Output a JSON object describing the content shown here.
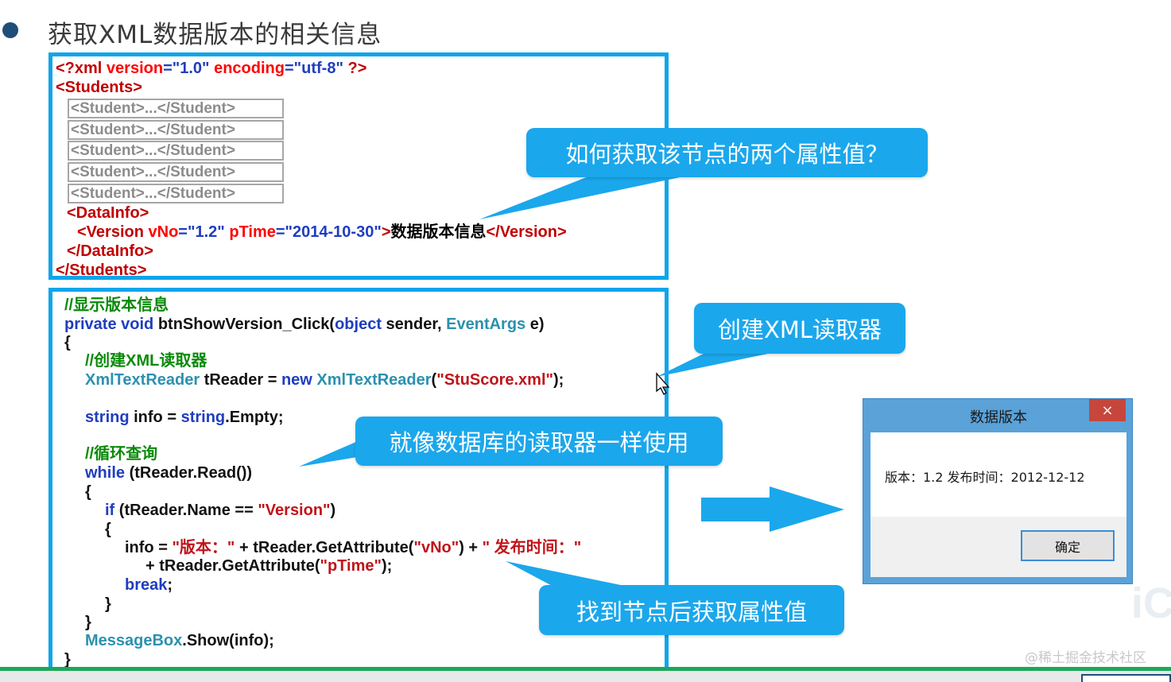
{
  "title": "获取XML数据版本的相关信息",
  "xml_lines": [
    [
      {
        "t": "<?xml ",
        "c": "xml-tag"
      },
      {
        "t": "version",
        "c": "xml-attr"
      },
      {
        "t": "=\"1.0\" ",
        "c": "xml-val"
      },
      {
        "t": "encoding",
        "c": "xml-attr"
      },
      {
        "t": "=\"utf-8\" ",
        "c": "xml-val"
      },
      {
        "t": "?>",
        "c": "xml-tag"
      }
    ],
    [
      {
        "t": "<Students>",
        "c": "xml-tag"
      }
    ],
    [
      {
        "t": "<DataInfo>",
        "c": "xml-tag"
      }
    ],
    [
      {
        "t": "<Version ",
        "c": "xml-tag"
      },
      {
        "t": "vNo",
        "c": "xml-attr"
      },
      {
        "t": "=\"1.2\" ",
        "c": "xml-val"
      },
      {
        "t": "pTime",
        "c": "xml-attr"
      },
      {
        "t": "=\"2014-10-30\"",
        "c": "xml-val"
      },
      {
        "t": ">",
        "c": "xml-tag"
      },
      {
        "t": "数据版本信息",
        "c": "xml-text"
      },
      {
        "t": "</Version>",
        "c": "xml-tag"
      }
    ],
    [
      {
        "t": "</DataInfo>",
        "c": "xml-tag"
      }
    ],
    [
      {
        "t": "</Students>",
        "c": "xml-tag"
      }
    ]
  ],
  "student_lines": [
    "<Student>...</Student>",
    "<Student>...</Student>",
    "<Student>...</Student>",
    "<Student>...</Student>",
    "<Student>...</Student>"
  ],
  "code_lines": [
    [
      {
        "t": "//显示版本信息",
        "c": "c-cmt"
      }
    ],
    [
      {
        "t": "private void ",
        "c": "c-kw"
      },
      {
        "t": "btnShowVersion_Click(",
        "c": "c-plain"
      },
      {
        "t": "object ",
        "c": "c-kw"
      },
      {
        "t": "sender, ",
        "c": "c-plain"
      },
      {
        "t": "EventArgs ",
        "c": "c-type"
      },
      {
        "t": "e)",
        "c": "c-plain"
      }
    ],
    [
      {
        "t": "{",
        "c": "c-plain"
      }
    ],
    [
      {
        "t": "//创建XML读取器",
        "c": "c-cmt"
      }
    ],
    [
      {
        "t": "XmlTextReader ",
        "c": "c-type"
      },
      {
        "t": "tReader = ",
        "c": "c-plain"
      },
      {
        "t": "new ",
        "c": "c-kw"
      },
      {
        "t": "XmlTextReader",
        "c": "c-type"
      },
      {
        "t": "(",
        "c": "c-plain"
      },
      {
        "t": "\"StuScore.xml\"",
        "c": "c-str"
      },
      {
        "t": ");",
        "c": "c-plain"
      }
    ],
    [
      {
        "t": "string ",
        "c": "c-kw"
      },
      {
        "t": "info = ",
        "c": "c-plain"
      },
      {
        "t": "string",
        "c": "c-kw"
      },
      {
        "t": ".Empty;",
        "c": "c-plain"
      }
    ],
    [
      {
        "t": "//循环查询",
        "c": "c-cmt"
      }
    ],
    [
      {
        "t": "while ",
        "c": "c-kw"
      },
      {
        "t": "(tReader.Read())",
        "c": "c-plain"
      }
    ],
    [
      {
        "t": "{",
        "c": "c-plain"
      }
    ],
    [
      {
        "t": "if ",
        "c": "c-kw"
      },
      {
        "t": "(tReader.Name == ",
        "c": "c-plain"
      },
      {
        "t": "\"Version\"",
        "c": "c-str"
      },
      {
        "t": ")",
        "c": "c-plain"
      }
    ],
    [
      {
        "t": "{",
        "c": "c-plain"
      }
    ],
    [
      {
        "t": "info = ",
        "c": "c-plain"
      },
      {
        "t": "\"版本：\"",
        "c": "c-str"
      },
      {
        "t": " + tReader.GetAttribute(",
        "c": "c-plain"
      },
      {
        "t": "\"vNo\"",
        "c": "c-str"
      },
      {
        "t": ") + ",
        "c": "c-plain"
      },
      {
        "t": "\" 发布时间：\"",
        "c": "c-str"
      }
    ],
    [
      {
        "t": "+ tReader.GetAttribute(",
        "c": "c-plain"
      },
      {
        "t": "\"pTime\"",
        "c": "c-str"
      },
      {
        "t": ");",
        "c": "c-plain"
      }
    ],
    [
      {
        "t": "break",
        "c": "c-kw"
      },
      {
        "t": ";",
        "c": "c-plain"
      }
    ],
    [
      {
        "t": "}",
        "c": "c-plain"
      }
    ],
    [
      {
        "t": "}",
        "c": "c-plain"
      }
    ],
    [
      {
        "t": "MessageBox",
        "c": "c-type"
      },
      {
        "t": ".Show(info);",
        "c": "c-plain"
      }
    ],
    [
      {
        "t": "}",
        "c": "c-plain"
      }
    ]
  ],
  "callouts": {
    "attributes": "如何获取该节点的两个属性值？",
    "create_reader": "创建XML读取器",
    "like_db_reader": "就像数据库的读取器一样使用",
    "get_attr": "找到节点后获取属性值"
  },
  "dialog": {
    "title": "数据版本",
    "close": "×",
    "message": "版本：1.2 发布时间：2012-12-12",
    "ok": "确定"
  },
  "watermark": "@稀土掘金技术社区",
  "logo_fragment": "iC",
  "colors": {
    "accent": "#0ea5ea",
    "callout": "#1ba7ec",
    "arrow": "#1ba7ec",
    "dialog_frame": "#5aa2d8",
    "close": "#c7463c"
  }
}
